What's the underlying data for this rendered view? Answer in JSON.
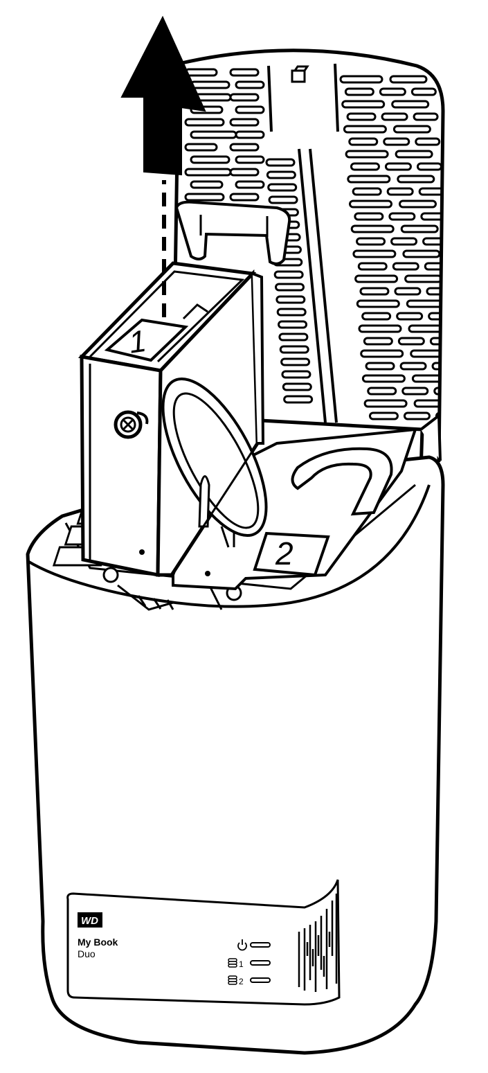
{
  "device": {
    "logo_text": "WD",
    "brand_line1": "My Book",
    "brand_line2": "Duo",
    "indicators": [
      {
        "icon": "power-icon",
        "label": ""
      },
      {
        "icon": "drive-stack-icon",
        "label": "1"
      },
      {
        "icon": "drive-stack-icon",
        "label": "2"
      }
    ]
  },
  "drives": [
    {
      "label": "1",
      "state": "lifted"
    },
    {
      "label": "2",
      "state": "installed"
    }
  ],
  "colors": {
    "line": "#000000",
    "fill": "#ffffff"
  },
  "arrow": {
    "direction": "up"
  }
}
